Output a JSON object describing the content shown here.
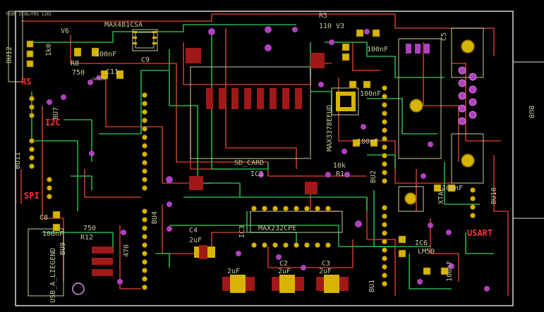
{
  "colors": {
    "background": "#000000",
    "bottom_trace": "#c0392b",
    "top_trace": "#22b14c",
    "silkscreen": "#c8c8a0",
    "outline": "#d8d8d8",
    "pad": "#d6b400",
    "via": "#b040c0",
    "smd": "#a01818",
    "label_red": "#ff3030"
  },
  "labels": {
    "tsop": "TSOP 1536/FRS 1102",
    "v6": "V6",
    "max481": "MAX481CSA",
    "r5": "R5",
    "val_110_v3": "110 V3",
    "c5": "C5",
    "bu12": "BU12",
    "r8": "R8",
    "r8_val": "750",
    "r8_left_val": "1k0",
    "c100nf_a": "100nF",
    "c11": "C11",
    "c9": "C9",
    "rs": "RS",
    "bu7": "BU7",
    "i2c": "I2C",
    "bu8": "BU8",
    "max3378": "MAX3378EEUD",
    "c100nf_b": "100nF",
    "c100nf_c": "100nF",
    "c100nf_d": "100nF",
    "sd_card": "SD_CARD",
    "ic2": "IC2",
    "r10k": "10k",
    "r1": "R1",
    "bu2": "BU2",
    "bu11": "BU11",
    "spi": "SPI",
    "c8": "C8",
    "c100nf_e": "100nF",
    "r750": "750",
    "r12": "R12",
    "bu9": "BU9",
    "usb": "USB_A_LIEGEND",
    "r470": "470",
    "bu4": "BU4",
    "c4": "C4",
    "c4_val": "2uF",
    "max232": "MAX232CPE",
    "ic3": "IC3",
    "c2": "C2",
    "c3": "C3",
    "c1_val": "2uF",
    "c2_val": "2uF",
    "c3_val": "2uF",
    "bu1": "BU1",
    "ic6": "IC6",
    "lm50": "LM50",
    "usart": "USART",
    "xtal": "XTAL",
    "c100nf_f": "100nF",
    "c100nf_g": "100nF",
    "bu10": "BU10",
    "cap_pkg": "CAP1206"
  }
}
